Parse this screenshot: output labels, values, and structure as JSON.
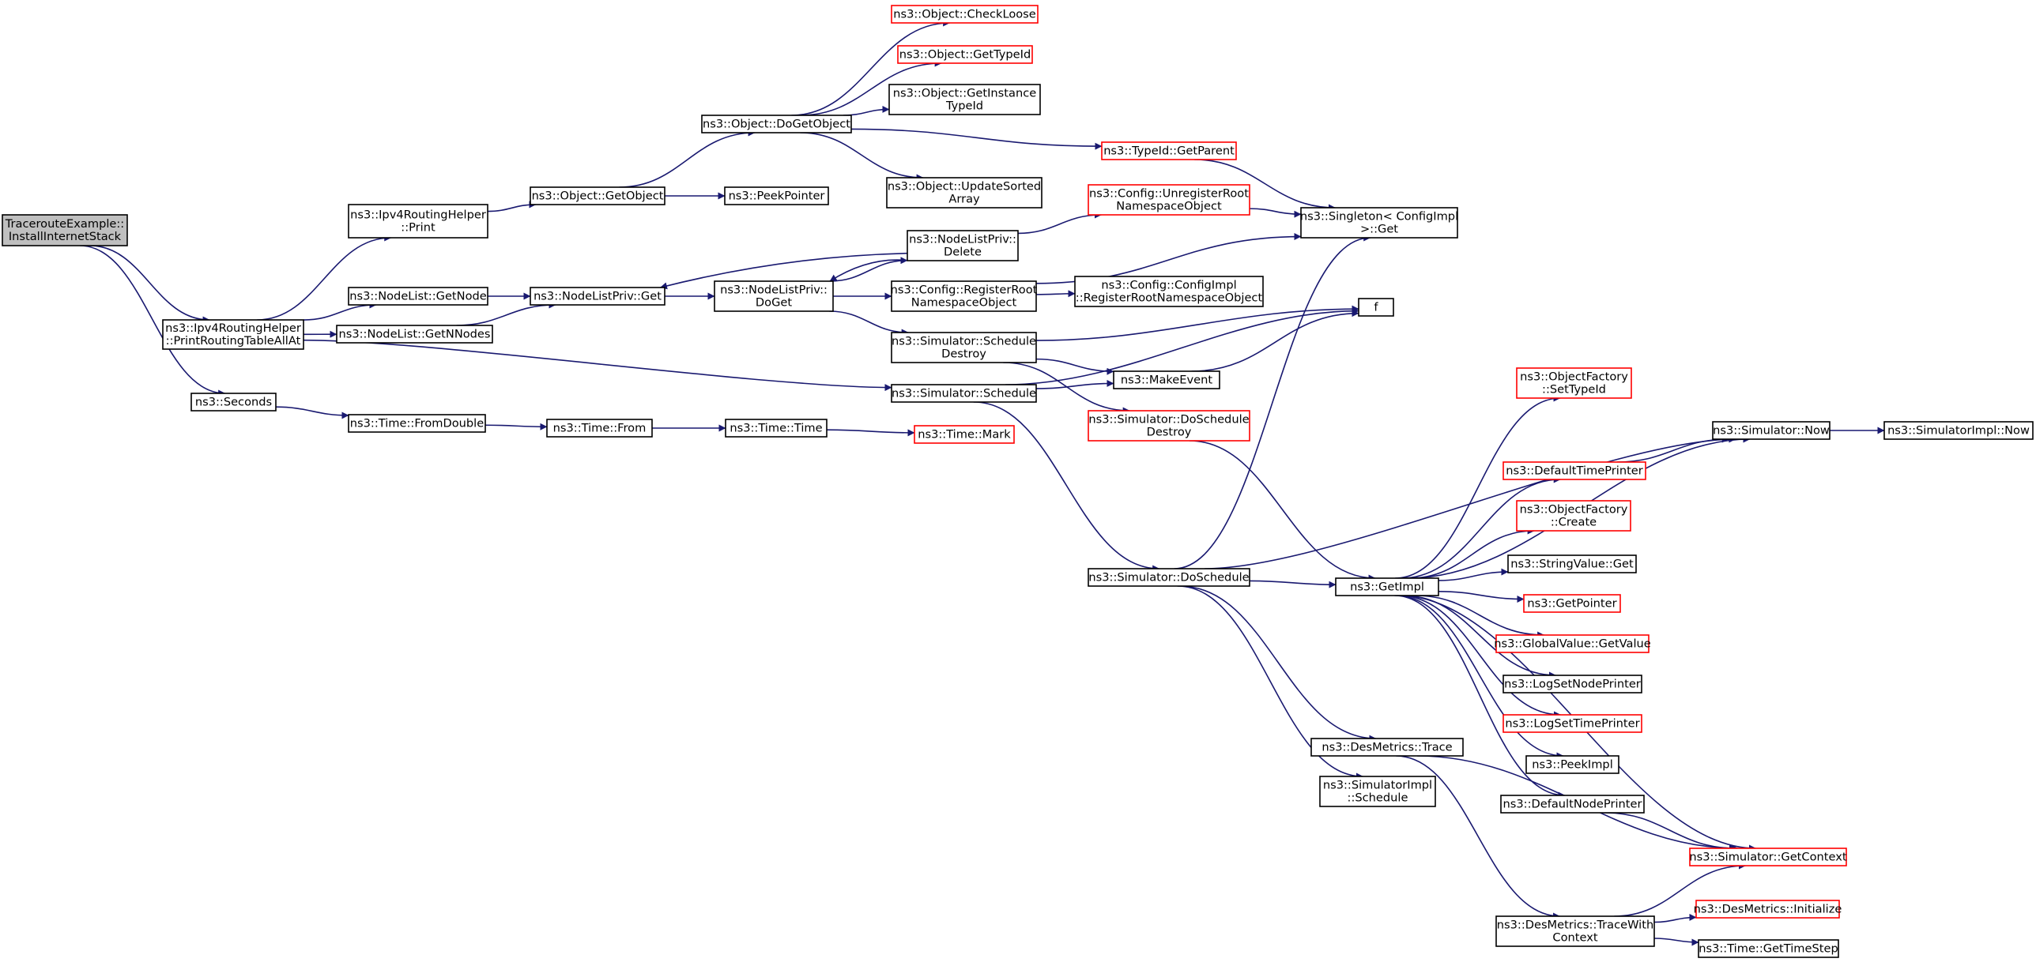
{
  "colors": {
    "edge": "#191970",
    "node_border": "#000000",
    "undocumented_border": "#ff0000",
    "root_fill": "#bfbfbf",
    "node_fill": "#ffffff"
  },
  "graph": {
    "nodes": [
      {
        "id": "root",
        "lines": [
          "TracerouteExample::",
          "InstallInternetStack"
        ],
        "style": "root"
      },
      {
        "id": "printrtall",
        "lines": [
          "ns3::Ipv4RoutingHelper",
          "::PrintRoutingTableAllAt"
        ],
        "style": "normal"
      },
      {
        "id": "seconds",
        "lines": [
          "ns3::Seconds"
        ],
        "style": "normal"
      },
      {
        "id": "rhprint",
        "lines": [
          "ns3::Ipv4RoutingHelper",
          "::Print"
        ],
        "style": "normal"
      },
      {
        "id": "nlgetnode",
        "lines": [
          "ns3::NodeList::GetNode"
        ],
        "style": "normal"
      },
      {
        "id": "nlgetnnodes",
        "lines": [
          "ns3::NodeList::GetNNodes"
        ],
        "style": "normal"
      },
      {
        "id": "fromdouble",
        "lines": [
          "ns3::Time::FromDouble"
        ],
        "style": "normal"
      },
      {
        "id": "getobject",
        "lines": [
          "ns3::Object::GetObject"
        ],
        "style": "normal"
      },
      {
        "id": "nlpget",
        "lines": [
          "ns3::NodeListPriv::Get"
        ],
        "style": "normal"
      },
      {
        "id": "timefrom",
        "lines": [
          "ns3::Time::From"
        ],
        "style": "normal"
      },
      {
        "id": "dogetobject",
        "lines": [
          "ns3::Object::DoGetObject"
        ],
        "style": "normal"
      },
      {
        "id": "peekpointer",
        "lines": [
          "ns3::PeekPointer"
        ],
        "style": "normal"
      },
      {
        "id": "nlpdoget",
        "lines": [
          "ns3::NodeListPriv::",
          "DoGet"
        ],
        "style": "normal"
      },
      {
        "id": "timetime",
        "lines": [
          "ns3::Time::Time"
        ],
        "style": "normal"
      },
      {
        "id": "checkloose",
        "lines": [
          "ns3::Object::CheckLoose"
        ],
        "style": "undocumented"
      },
      {
        "id": "gettypeid",
        "lines": [
          "ns3::Object::GetTypeId"
        ],
        "style": "undocumented"
      },
      {
        "id": "getinstancetypeid",
        "lines": [
          "ns3::Object::GetInstance",
          "TypeId"
        ],
        "style": "normal"
      },
      {
        "id": "updatesorted",
        "lines": [
          "ns3::Object::UpdateSorted",
          "Array"
        ],
        "style": "normal"
      },
      {
        "id": "nlpdelete",
        "lines": [
          "ns3::NodeListPriv::",
          "Delete"
        ],
        "style": "normal"
      },
      {
        "id": "regroot",
        "lines": [
          "ns3::Config::RegisterRoot",
          "NamespaceObject"
        ],
        "style": "normal"
      },
      {
        "id": "simschedestroy",
        "lines": [
          "ns3::Simulator::Schedule",
          "Destroy"
        ],
        "style": "normal"
      },
      {
        "id": "simschedule",
        "lines": [
          "ns3::Simulator::Schedule"
        ],
        "style": "normal"
      },
      {
        "id": "timemark",
        "lines": [
          "ns3::Time::Mark"
        ],
        "style": "undocumented"
      },
      {
        "id": "typeidgetparent",
        "lines": [
          "ns3::TypeId::GetParent"
        ],
        "style": "undocumented"
      },
      {
        "id": "unregroot",
        "lines": [
          "ns3::Config::UnregisterRoot",
          "NamespaceObject"
        ],
        "style": "undocumented"
      },
      {
        "id": "cfgimplreg",
        "lines": [
          "ns3::Config::ConfigImpl",
          "::RegisterRootNamespaceObject"
        ],
        "style": "normal"
      },
      {
        "id": "makeevent",
        "lines": [
          "ns3::MakeEvent"
        ],
        "style": "normal"
      },
      {
        "id": "simdoschedestroy",
        "lines": [
          "ns3::Simulator::DoSchedule",
          "Destroy"
        ],
        "style": "undocumented"
      },
      {
        "id": "simdoschedule",
        "lines": [
          "ns3::Simulator::DoSchedule"
        ],
        "style": "normal"
      },
      {
        "id": "singletonget",
        "lines": [
          "ns3::Singleton< ConfigImpl",
          " >::Get"
        ],
        "style": "normal"
      },
      {
        "id": "f",
        "lines": [
          "f"
        ],
        "style": "normal"
      },
      {
        "id": "getimpl",
        "lines": [
          "ns3::GetImpl"
        ],
        "style": "normal"
      },
      {
        "id": "desmtrace",
        "lines": [
          "ns3::DesMetrics::Trace"
        ],
        "style": "normal"
      },
      {
        "id": "simimplschedule",
        "lines": [
          "ns3::SimulatorImpl",
          "::Schedule"
        ],
        "style": "normal"
      },
      {
        "id": "desmtracewith",
        "lines": [
          "ns3::DesMetrics::TraceWith",
          "Context"
        ],
        "style": "normal"
      },
      {
        "id": "objfactsettypeid",
        "lines": [
          "ns3::ObjectFactory",
          "::SetTypeId"
        ],
        "style": "undocumented"
      },
      {
        "id": "simnow",
        "lines": [
          "ns3::Simulator::Now"
        ],
        "style": "normal"
      },
      {
        "id": "simimplnow",
        "lines": [
          "ns3::SimulatorImpl::Now"
        ],
        "style": "normal"
      },
      {
        "id": "deftimeprinter",
        "lines": [
          "ns3::DefaultTimePrinter"
        ],
        "style": "undocumented"
      },
      {
        "id": "objfactcreate",
        "lines": [
          "ns3::ObjectFactory",
          "::Create"
        ],
        "style": "undocumented"
      },
      {
        "id": "stringvalueget",
        "lines": [
          "ns3::StringValue::Get"
        ],
        "style": "normal"
      },
      {
        "id": "getpointer",
        "lines": [
          "ns3::GetPointer"
        ],
        "style": "undocumented"
      },
      {
        "id": "globalvalueget",
        "lines": [
          "ns3::GlobalValue::GetValue"
        ],
        "style": "undocumented"
      },
      {
        "id": "logsetnodeprinter",
        "lines": [
          "ns3::LogSetNodePrinter"
        ],
        "style": "normal"
      },
      {
        "id": "logsettimeprinter",
        "lines": [
          "ns3::LogSetTimePrinter"
        ],
        "style": "undocumented"
      },
      {
        "id": "peekimpl",
        "lines": [
          "ns3::PeekImpl"
        ],
        "style": "normal"
      },
      {
        "id": "defnodeprinter",
        "lines": [
          "ns3::DefaultNodePrinter"
        ],
        "style": "normal"
      },
      {
        "id": "simgetcontext",
        "lines": [
          "ns3::Simulator::GetContext"
        ],
        "style": "undocumented"
      },
      {
        "id": "desminit",
        "lines": [
          "ns3::DesMetrics::Initialize"
        ],
        "style": "undocumented"
      },
      {
        "id": "timegetstep",
        "lines": [
          "ns3::Time::GetTimeStep"
        ],
        "style": "normal"
      }
    ],
    "edges": [
      [
        "root",
        "printrtall"
      ],
      [
        "root",
        "seconds"
      ],
      [
        "printrtall",
        "rhprint"
      ],
      [
        "printrtall",
        "nlgetnode"
      ],
      [
        "printrtall",
        "nlgetnnodes"
      ],
      [
        "printrtall",
        "simschedule"
      ],
      [
        "rhprint",
        "getobject"
      ],
      [
        "getobject",
        "dogetobject"
      ],
      [
        "getobject",
        "peekpointer"
      ],
      [
        "dogetobject",
        "checkloose"
      ],
      [
        "dogetobject",
        "gettypeid"
      ],
      [
        "dogetobject",
        "getinstancetypeid"
      ],
      [
        "dogetobject",
        "typeidgetparent"
      ],
      [
        "dogetobject",
        "updatesorted"
      ],
      [
        "typeidgetparent",
        "singletonget"
      ],
      [
        "nlgetnode",
        "nlpget"
      ],
      [
        "nlgetnnodes",
        "nlpget"
      ],
      [
        "nlpget",
        "nlpdoget"
      ],
      [
        "nlpdoget",
        "nlpdelete"
      ],
      [
        "nlpdoget",
        "regroot"
      ],
      [
        "nlpdoget",
        "simschedestroy"
      ],
      [
        "nlpdelete",
        "nlpget"
      ],
      [
        "nlpdelete",
        "nlpdoget"
      ],
      [
        "nlpdelete",
        "unregroot"
      ],
      [
        "unregroot",
        "singletonget"
      ],
      [
        "regroot",
        "singletonget"
      ],
      [
        "regroot",
        "cfgimplreg"
      ],
      [
        "simschedestroy",
        "f"
      ],
      [
        "simschedestroy",
        "makeevent"
      ],
      [
        "simschedestroy",
        "simdoschedestroy"
      ],
      [
        "simschedule",
        "makeevent"
      ],
      [
        "simschedule",
        "f"
      ],
      [
        "simschedule",
        "simdoschedule"
      ],
      [
        "makeevent",
        "f"
      ],
      [
        "simdoschedestroy",
        "getimpl"
      ],
      [
        "simdoschedule",
        "singletonget"
      ],
      [
        "simdoschedule",
        "simnow"
      ],
      [
        "simdoschedule",
        "getimpl"
      ],
      [
        "simdoschedule",
        "desmtrace"
      ],
      [
        "simdoschedule",
        "simimplschedule"
      ],
      [
        "seconds",
        "fromdouble"
      ],
      [
        "fromdouble",
        "timefrom"
      ],
      [
        "timefrom",
        "timetime"
      ],
      [
        "timetime",
        "timemark"
      ],
      [
        "getimpl",
        "objfactsettypeid"
      ],
      [
        "getimpl",
        "simnow"
      ],
      [
        "getimpl",
        "deftimeprinter"
      ],
      [
        "getimpl",
        "objfactcreate"
      ],
      [
        "getimpl",
        "stringvalueget"
      ],
      [
        "getimpl",
        "getpointer"
      ],
      [
        "getimpl",
        "globalvalueget"
      ],
      [
        "getimpl",
        "logsetnodeprinter"
      ],
      [
        "getimpl",
        "logsettimeprinter"
      ],
      [
        "getimpl",
        "peekimpl"
      ],
      [
        "getimpl",
        "defnodeprinter"
      ],
      [
        "getimpl",
        "simgetcontext"
      ],
      [
        "deftimeprinter",
        "simnow"
      ],
      [
        "simnow",
        "simimplnow"
      ],
      [
        "defnodeprinter",
        "simgetcontext"
      ],
      [
        "desmtrace",
        "simgetcontext"
      ],
      [
        "desmtrace",
        "desmtracewith"
      ],
      [
        "desmtracewith",
        "simgetcontext"
      ],
      [
        "desmtracewith",
        "desminit"
      ],
      [
        "desmtracewith",
        "timegetstep"
      ]
    ]
  }
}
